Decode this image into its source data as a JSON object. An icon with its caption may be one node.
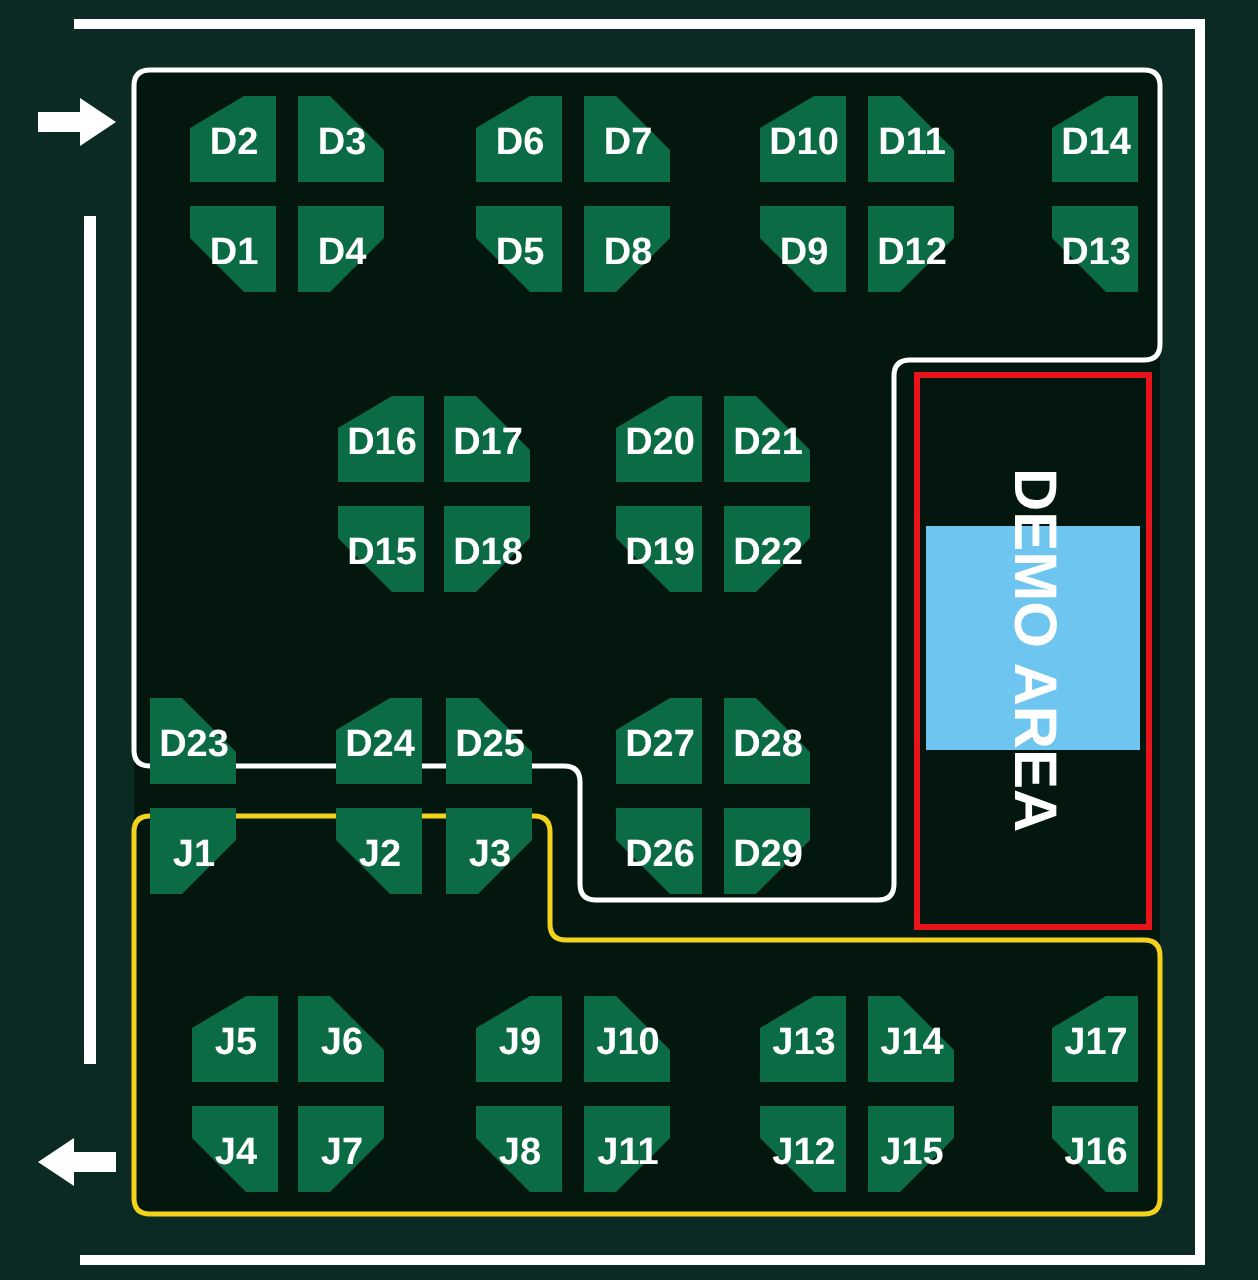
{
  "diagram": {
    "nodes": [
      {
        "text": [
          "D2"
        ]
      },
      {
        "text": [
          "D3"
        ]
      },
      {
        "text": [
          "D6"
        ]
      },
      {
        "text": [
          "D7"
        ]
      },
      {
        "text": [
          "D10"
        ]
      },
      {
        "text": [
          "D11"
        ]
      },
      {
        "text": [
          "D14"
        ]
      },
      {
        "text": [
          "D1"
        ]
      },
      {
        "text": [
          "D4"
        ]
      },
      {
        "text": [
          "D5"
        ]
      },
      {
        "text": [
          "D8"
        ]
      },
      {
        "text": [
          "D9"
        ]
      },
      {
        "text": [
          "D12"
        ]
      },
      {
        "text": [
          "D13"
        ]
      },
      {
        "text": [
          "D16"
        ]
      },
      {
        "text": [
          "D17"
        ]
      },
      {
        "text": [
          "D20"
        ]
      },
      {
        "text": [
          "D21"
        ]
      },
      {
        "text": [
          "D15"
        ]
      },
      {
        "text": [
          "D18"
        ]
      },
      {
        "text": [
          "D19"
        ]
      },
      {
        "text": [
          "D22"
        ]
      },
      {
        "text": [
          "D23"
        ]
      },
      {
        "text": [
          "D24"
        ]
      },
      {
        "text": [
          "D25"
        ]
      },
      {
        "text": [
          "D27"
        ]
      },
      {
        "text": [
          "D28"
        ]
      },
      {
        "text": [
          "J1"
        ]
      },
      {
        "text": [
          "J2"
        ]
      },
      {
        "text": [
          "J3"
        ]
      },
      {
        "text": [
          "D26"
        ]
      },
      {
        "text": [
          "D29"
        ]
      },
      {
        "text": [
          "J5"
        ]
      },
      {
        "text": [
          "J6"
        ]
      },
      {
        "text": [
          "J9"
        ]
      },
      {
        "text": [
          "J10"
        ]
      },
      {
        "text": [
          "J13"
        ]
      },
      {
        "text": [
          "J14"
        ]
      },
      {
        "text": [
          "J17"
        ]
      },
      {
        "text": [
          "J4"
        ]
      },
      {
        "text": [
          "J7"
        ]
      },
      {
        "text": [
          "J8"
        ]
      },
      {
        "text": [
          "J11"
        ]
      },
      {
        "text": [
          "J12"
        ]
      },
      {
        "text": [
          "J15"
        ]
      },
      {
        "text": [
          "J16"
        ]
      },
      {
        "text": [
          "DEMO AREA"
        ]
      }
    ]
  }
}
